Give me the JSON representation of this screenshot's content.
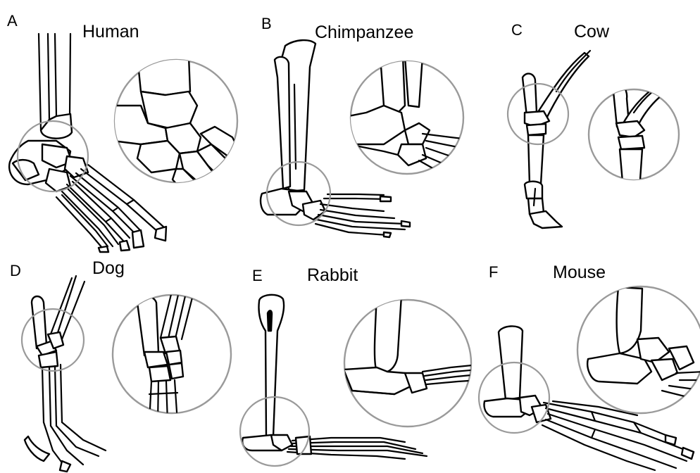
{
  "panels": [
    {
      "letter": "A",
      "name": "Human"
    },
    {
      "letter": "B",
      "name": "Chimpanzee"
    },
    {
      "letter": "C",
      "name": "Cow"
    },
    {
      "letter": "D",
      "name": "Dog"
    },
    {
      "letter": "E",
      "name": "Rabbit"
    },
    {
      "letter": "F",
      "name": "Mouse"
    }
  ],
  "colors": {
    "bone_outline": "#000000",
    "lens_circle": "#9a9a9a",
    "background": "#ffffff"
  }
}
